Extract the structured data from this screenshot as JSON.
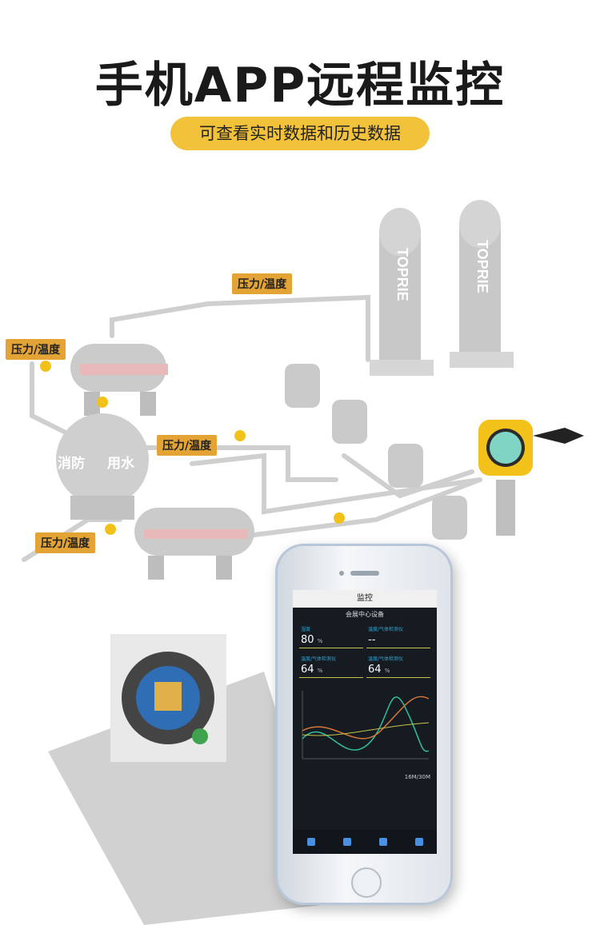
{
  "header": {
    "title": "手机APP远程监控",
    "subtitle": "可查看实时数据和历史数据"
  },
  "tags": {
    "pressure_temp_1": "压力/温度",
    "pressure_temp_2": "压力/温度",
    "pressure_temp_3": "压力/温度",
    "pressure_temp_4": "压力/温度"
  },
  "tank_text": {
    "fire_water_1": "消防",
    "fire_water_2": "用水",
    "tower_brand_1": "TOPRIE",
    "tower_brand_2": "TOPRIE"
  },
  "phone_app": {
    "top_bar": "监控",
    "device_title": "会展中心设备",
    "reading_1_label": "湿度",
    "reading_1_value": "80",
    "reading_1_unit": "%",
    "reading_2_label": "温度/气体检测仪",
    "reading_2_value": "--",
    "reading_3_label": "温度/气体检测仪",
    "reading_3_value": "64",
    "reading_3_unit": "%",
    "reading_4_label": "温度/气体检测仪",
    "reading_4_value": "64",
    "reading_4_unit": "%",
    "footer_value": "16M/30M"
  },
  "colors": {
    "tag": "#e3a335",
    "subtitle_bg": "#f2c33a",
    "detector_yellow": "#f2c21b",
    "screen_bg": "#161b22"
  }
}
